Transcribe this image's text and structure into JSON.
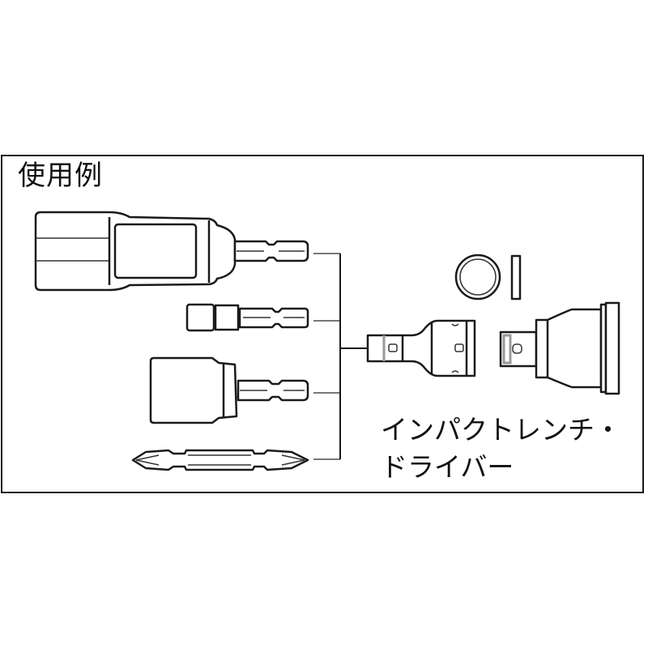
{
  "diagram": {
    "title": "使用例",
    "caption": {
      "line1": "インパクトレンチ・",
      "line2": "ドライバー"
    },
    "left_items": [
      {
        "name": "long-socket-adapter-with-hex-shank"
      },
      {
        "name": "nut-setter-hex-bit"
      },
      {
        "name": "short-socket-adapter-with-hex-shank"
      },
      {
        "name": "double-ended-phillips-bit"
      }
    ],
    "center_item": {
      "name": "square-drive-socket-adapter"
    },
    "right_items": [
      {
        "name": "o-ring"
      },
      {
        "name": "retaining-pin"
      },
      {
        "name": "impact-socket"
      }
    ],
    "colors": {
      "line": "#1a1a1a",
      "background": "#ffffff",
      "connector_soft": "#777777"
    }
  }
}
